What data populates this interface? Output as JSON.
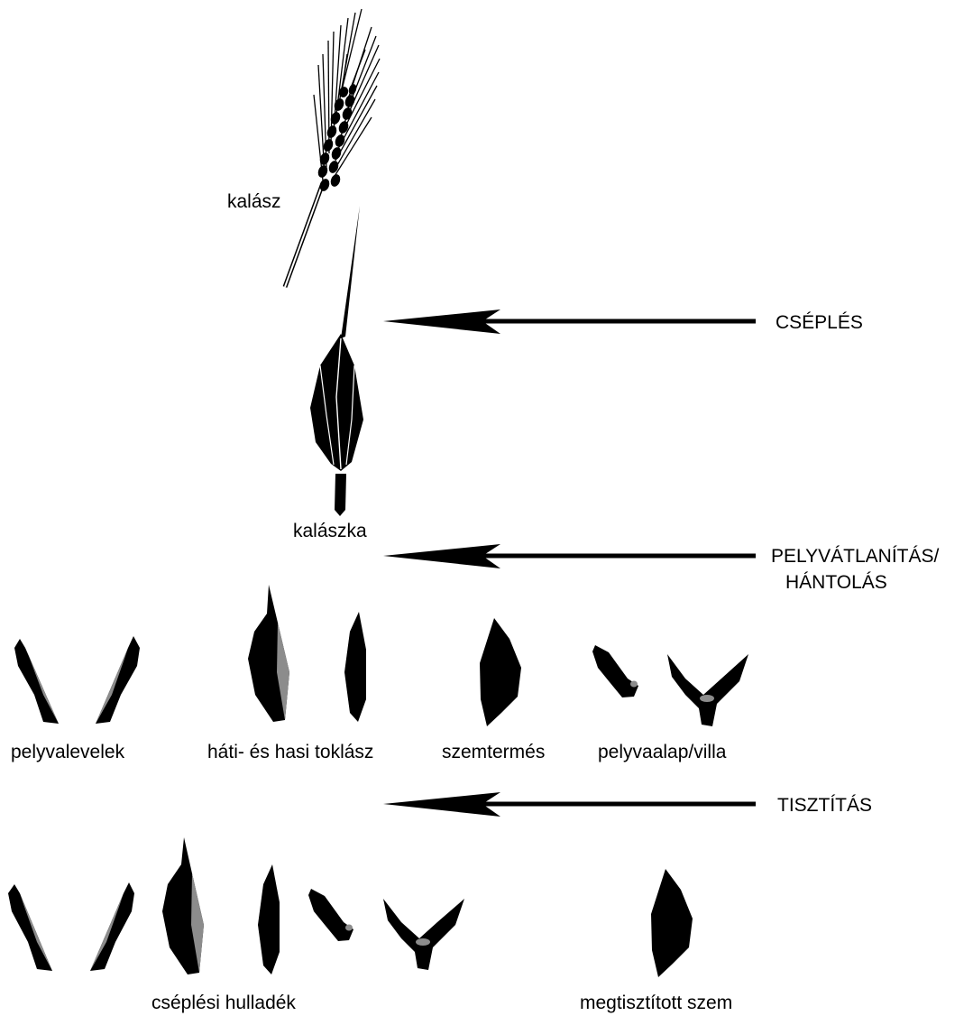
{
  "labels": {
    "spike": "kalász",
    "spikelet": "kalászka",
    "glumes": "pelyvalevelek",
    "lemma_palea": "háti- és hasi toklász",
    "grain": "szemtermés",
    "glume_base": "pelyvaalap/villa",
    "waste": "cséplési hulladék",
    "clean_grain": "megtisztított szem"
  },
  "steps": {
    "threshing": "CSÉPLÉS",
    "dehusking_line1": "PELYVÁTLANÍTÁS/",
    "dehusking_line2": "HÁNTOLÁS",
    "cleaning": "TISZTÍTÁS"
  },
  "colors": {
    "ink": "#000000",
    "glume_gray": "#8c8c8c",
    "background": "#ffffff"
  }
}
